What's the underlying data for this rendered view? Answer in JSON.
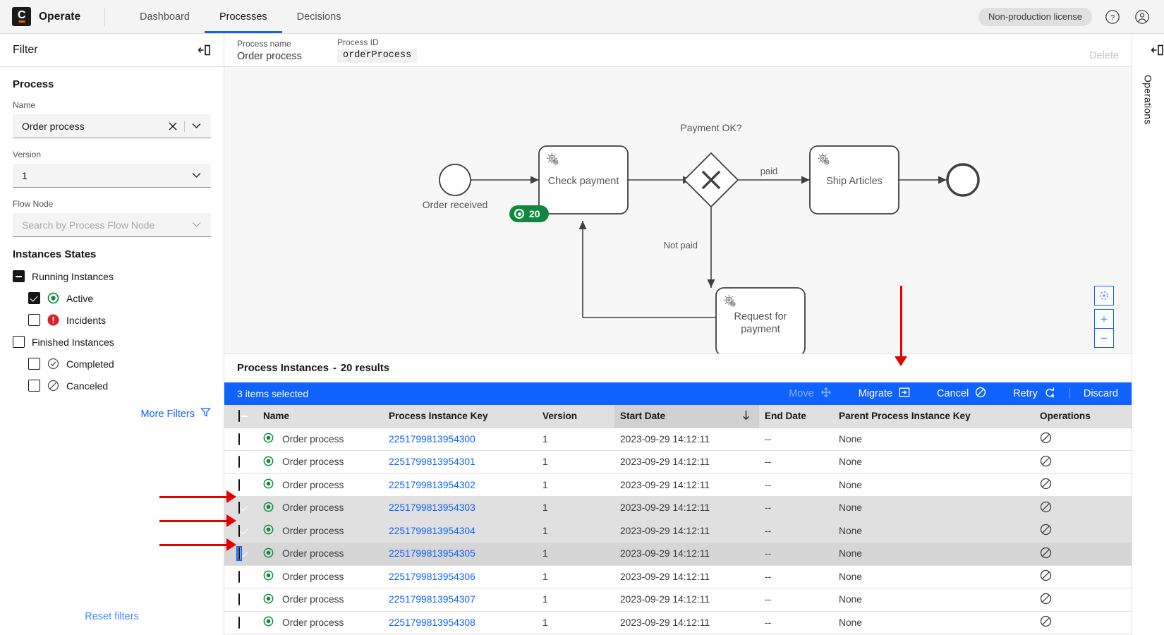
{
  "app": {
    "brand": "Operate",
    "logo_letter": "C",
    "nav": [
      {
        "label": "Dashboard",
        "active": false
      },
      {
        "label": "Processes",
        "active": true
      },
      {
        "label": "Decisions",
        "active": false
      }
    ],
    "license_badge": "Non-production license",
    "help_icon": "help-icon",
    "user_icon": "user-avatar-icon"
  },
  "filter": {
    "title": "Filter",
    "collapse_icon": "collapse-panel-icon",
    "process_section": "Process",
    "name_label": "Name",
    "name_value": "Order process",
    "version_label": "Version",
    "version_value": "1",
    "flownode_label": "Flow Node",
    "flownode_placeholder": "Search by Process Flow Node",
    "states_title": "Instances States",
    "states": [
      {
        "label": "Running Instances",
        "state": "indeterminate",
        "icon": null,
        "indent": false
      },
      {
        "label": "Active",
        "state": "checked",
        "icon": "active-icon",
        "indent": true
      },
      {
        "label": "Incidents",
        "state": "unchecked",
        "icon": "incident-icon",
        "indent": true
      },
      {
        "label": "Finished Instances",
        "state": "unchecked",
        "icon": null,
        "indent": false
      },
      {
        "label": "Completed",
        "state": "unchecked",
        "icon": "completed-icon",
        "indent": true
      },
      {
        "label": "Canceled",
        "state": "unchecked",
        "icon": "canceled-icon",
        "indent": true
      }
    ],
    "more_filters": "More Filters",
    "more_filters_icon": "filter-funnel-icon",
    "reset_filters": "Reset filters"
  },
  "process_header": {
    "name_label": "Process name",
    "name_value": "Order process",
    "id_label": "Process ID",
    "id_value": "orderProcess",
    "delete_label": "Delete"
  },
  "diagram": {
    "start_event_label": "Order received",
    "tasks": [
      {
        "id": "check-payment",
        "label": "Check payment"
      },
      {
        "id": "ship-articles",
        "label": "Ship Articles"
      },
      {
        "id": "request-for-payment",
        "label": "Request for payment"
      }
    ],
    "gateway_label": "Payment OK?",
    "flow_labels": [
      "paid",
      "Not paid"
    ],
    "instance_badge": {
      "count": "20",
      "color": "#10893e"
    },
    "zoom_controls": [
      "reset-zoom",
      "zoom-in",
      "zoom-out"
    ]
  },
  "instances": {
    "title": "Process Instances",
    "separator": "-",
    "results_text": "20 results",
    "selection_text": "3 items selected",
    "actions": [
      {
        "label": "Move",
        "icon": "move-icon",
        "disabled": true
      },
      {
        "label": "Migrate",
        "icon": "migrate-icon",
        "disabled": false
      },
      {
        "label": "Cancel",
        "icon": "cancel-icon",
        "disabled": false
      },
      {
        "label": "Retry",
        "icon": "retry-icon",
        "disabled": false
      },
      {
        "label": "Discard",
        "icon": null,
        "disabled": false
      }
    ],
    "columns": [
      "Name",
      "Process Instance Key",
      "Version",
      "Start Date",
      "End Date",
      "Parent Process Instance Key",
      "Operations"
    ],
    "sorted_column": "Start Date",
    "sort_direction": "desc",
    "header_checkbox_state": "indeterminate",
    "rows": [
      {
        "selected": false,
        "focused": false,
        "status": "active-icon",
        "name": "Order process",
        "key": "2251799813954300",
        "version": "1",
        "start": "2023-09-29 14:12:11",
        "end": "--",
        "parent": "None",
        "op": "cancel-icon"
      },
      {
        "selected": false,
        "focused": false,
        "status": "active-icon",
        "name": "Order process",
        "key": "2251799813954301",
        "version": "1",
        "start": "2023-09-29 14:12:11",
        "end": "--",
        "parent": "None",
        "op": "cancel-icon"
      },
      {
        "selected": false,
        "focused": false,
        "status": "active-icon",
        "name": "Order process",
        "key": "2251799813954302",
        "version": "1",
        "start": "2023-09-29 14:12:11",
        "end": "--",
        "parent": "None",
        "op": "cancel-icon"
      },
      {
        "selected": true,
        "focused": false,
        "status": "active-icon",
        "name": "Order process",
        "key": "2251799813954303",
        "version": "1",
        "start": "2023-09-29 14:12:11",
        "end": "--",
        "parent": "None",
        "op": "cancel-icon"
      },
      {
        "selected": true,
        "focused": false,
        "status": "active-icon",
        "name": "Order process",
        "key": "2251799813954304",
        "version": "1",
        "start": "2023-09-29 14:12:11",
        "end": "--",
        "parent": "None",
        "op": "cancel-icon"
      },
      {
        "selected": true,
        "focused": true,
        "status": "active-icon",
        "name": "Order process",
        "key": "2251799813954305",
        "version": "1",
        "start": "2023-09-29 14:12:11",
        "end": "--",
        "parent": "None",
        "op": "cancel-icon"
      },
      {
        "selected": false,
        "focused": false,
        "status": "active-icon",
        "name": "Order process",
        "key": "2251799813954306",
        "version": "1",
        "start": "2023-09-29 14:12:11",
        "end": "--",
        "parent": "None",
        "op": "cancel-icon"
      },
      {
        "selected": false,
        "focused": false,
        "status": "active-icon",
        "name": "Order process",
        "key": "2251799813954307",
        "version": "1",
        "start": "2023-09-29 14:12:11",
        "end": "--",
        "parent": "None",
        "op": "cancel-icon"
      },
      {
        "selected": false,
        "focused": false,
        "status": "active-icon",
        "name": "Order process",
        "key": "2251799813954308",
        "version": "1",
        "start": "2023-09-29 14:12:11",
        "end": "--",
        "parent": "None",
        "op": "cancel-icon"
      }
    ]
  },
  "operations_panel": {
    "label": "Operations",
    "collapse_icon": "collapse-panel-icon"
  },
  "colors": {
    "accent_blue": "#0f62fe",
    "link_blue": "#0f62fe",
    "active_green": "#10893e",
    "incident_red": "#da1e28",
    "annotation_red": "#e60000",
    "selected_row": "#e0e0e0"
  }
}
